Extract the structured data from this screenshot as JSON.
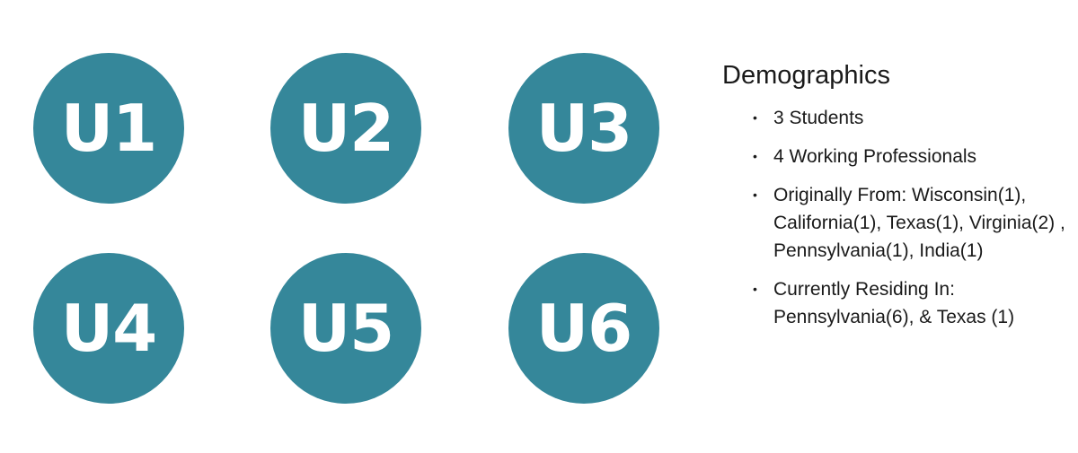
{
  "users": [
    {
      "label": "U1"
    },
    {
      "label": "U2"
    },
    {
      "label": "U3"
    },
    {
      "label": "U4"
    },
    {
      "label": "U5"
    },
    {
      "label": "U6"
    }
  ],
  "demographics": {
    "title": "Demographics",
    "items": [
      "3 Students",
      "4 Working Professionals",
      "Originally From: Wisconsin(1), California(1), Texas(1), Virginia(2) , Pennsylvania(1), India(1)",
      "Currently Residing In: Pennsylvania(6), & Texas (1)"
    ]
  },
  "colors": {
    "circle_fill": "#35879a",
    "circle_text": "#ffffff",
    "body_text": "#1a1a1a"
  }
}
